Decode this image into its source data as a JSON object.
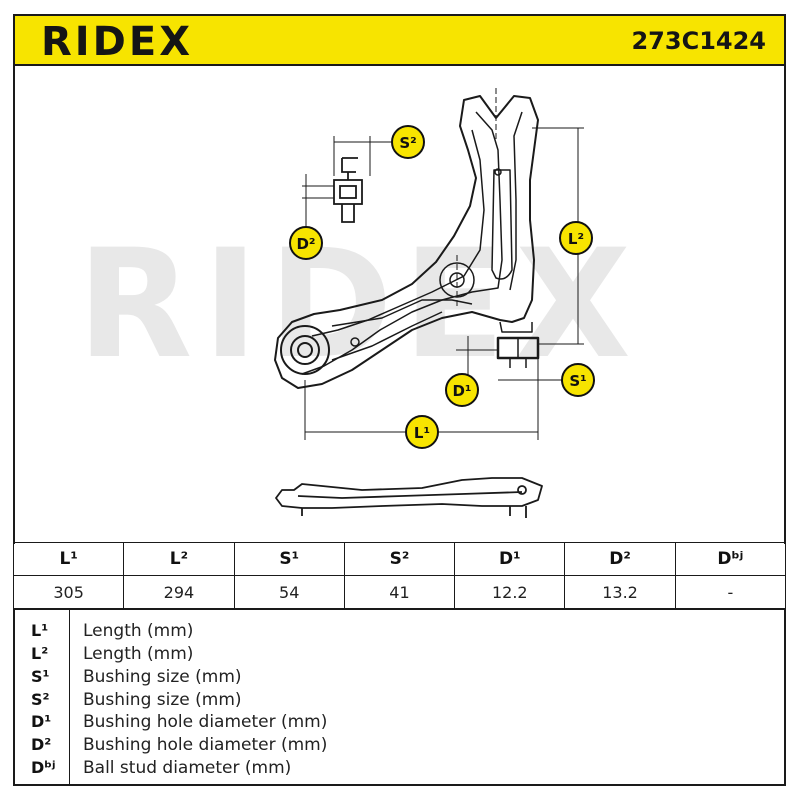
{
  "header": {
    "brand": "RIDEX",
    "part_number": "273C1424"
  },
  "drawing": {
    "watermark": "RIDEX",
    "labels": {
      "s2": "S²",
      "d2": "D²",
      "l2": "L²",
      "d1": "D¹",
      "s1": "S¹",
      "l1": "L¹"
    },
    "badge_color": "#f7e400"
  },
  "spec_table": {
    "columns": [
      "L¹",
      "L²",
      "S¹",
      "S²",
      "D¹",
      "D²",
      "Dᵇʲ"
    ],
    "values": [
      "305",
      "294",
      "54",
      "41",
      "12.2",
      "13.2",
      "-"
    ]
  },
  "legend": [
    {
      "symbol": "L¹",
      "text": "Length (mm)"
    },
    {
      "symbol": "L²",
      "text": "Length (mm)"
    },
    {
      "symbol": "S¹",
      "text": "Bushing size (mm)"
    },
    {
      "symbol": "S²",
      "text": "Bushing size (mm)"
    },
    {
      "symbol": "D¹",
      "text": "Bushing hole diameter (mm)"
    },
    {
      "symbol": "D²",
      "text": "Bushing hole diameter (mm)"
    },
    {
      "symbol": "Dᵇʲ",
      "text": "Ball stud diameter (mm)"
    }
  ]
}
